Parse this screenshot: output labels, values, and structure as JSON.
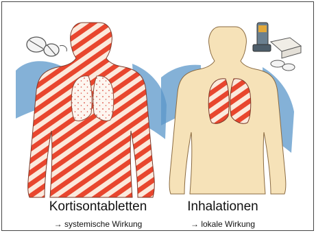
{
  "panels": {
    "left": {
      "title": "Kortisontabletten",
      "subtitle": "→ systemische Wirkung",
      "icon": "tablets-icon"
    },
    "right": {
      "title": "Inhalationen",
      "subtitle": "→ lokale Wirkung",
      "icon": "inhaler-icon"
    }
  },
  "colors": {
    "stripe": "#e8462e",
    "skin": "#f6e2b8",
    "lung_fill": "#fdf6f0",
    "shadow": "#5b97c9"
  }
}
